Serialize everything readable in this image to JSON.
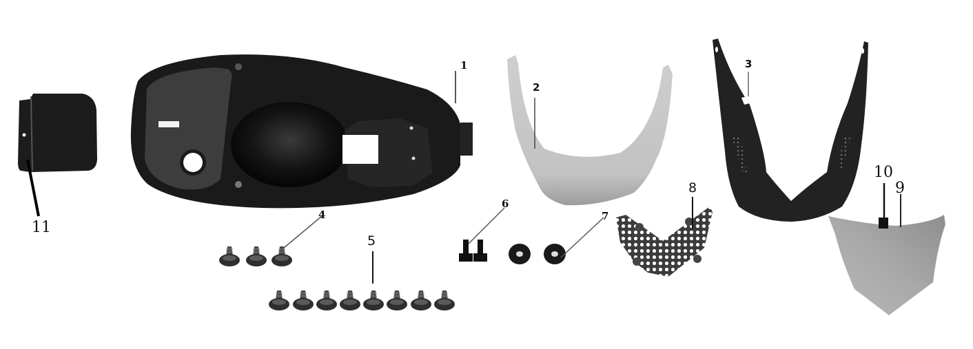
{
  "diagram": {
    "type": "exploded-parts-diagram",
    "subject": "scooter seat compartment and rear cowling parts",
    "parts": [
      {
        "number": "1",
        "name": "seat storage compartment (helmet box)",
        "color": "#1a1a1a"
      },
      {
        "number": "2",
        "name": "U-shaped trim cover (light grey)",
        "color": "#c4c4c4"
      },
      {
        "number": "3",
        "name": "V-shaped rear cowling (black, perforated sides)",
        "color": "#222222"
      },
      {
        "number": "4",
        "name": "tapping screws (x3)",
        "quantity": 3
      },
      {
        "number": "5",
        "name": "tapping screws (x8)",
        "quantity": 8
      },
      {
        "number": "6",
        "name": "flange bolts (x2)",
        "quantity": 2
      },
      {
        "number": "7",
        "name": "clip nuts (x2)",
        "quantity": 2
      },
      {
        "number": "8",
        "name": "perforated V-shaped grille"
      },
      {
        "number": "9",
        "name": "rear shield panel (grey)",
        "color": "#a8a8a8"
      },
      {
        "number": "10",
        "name": "small square clip"
      },
      {
        "number": "11",
        "name": "small black cover / lid",
        "color": "#1c1c1c"
      }
    ]
  },
  "callouts": {
    "c1": "1",
    "c2": "2",
    "c3": "3",
    "c4": "4",
    "c5": "5",
    "c6": "6",
    "c7": "7",
    "c8": "8",
    "c9": "9",
    "c10": "10",
    "c11": "11"
  }
}
